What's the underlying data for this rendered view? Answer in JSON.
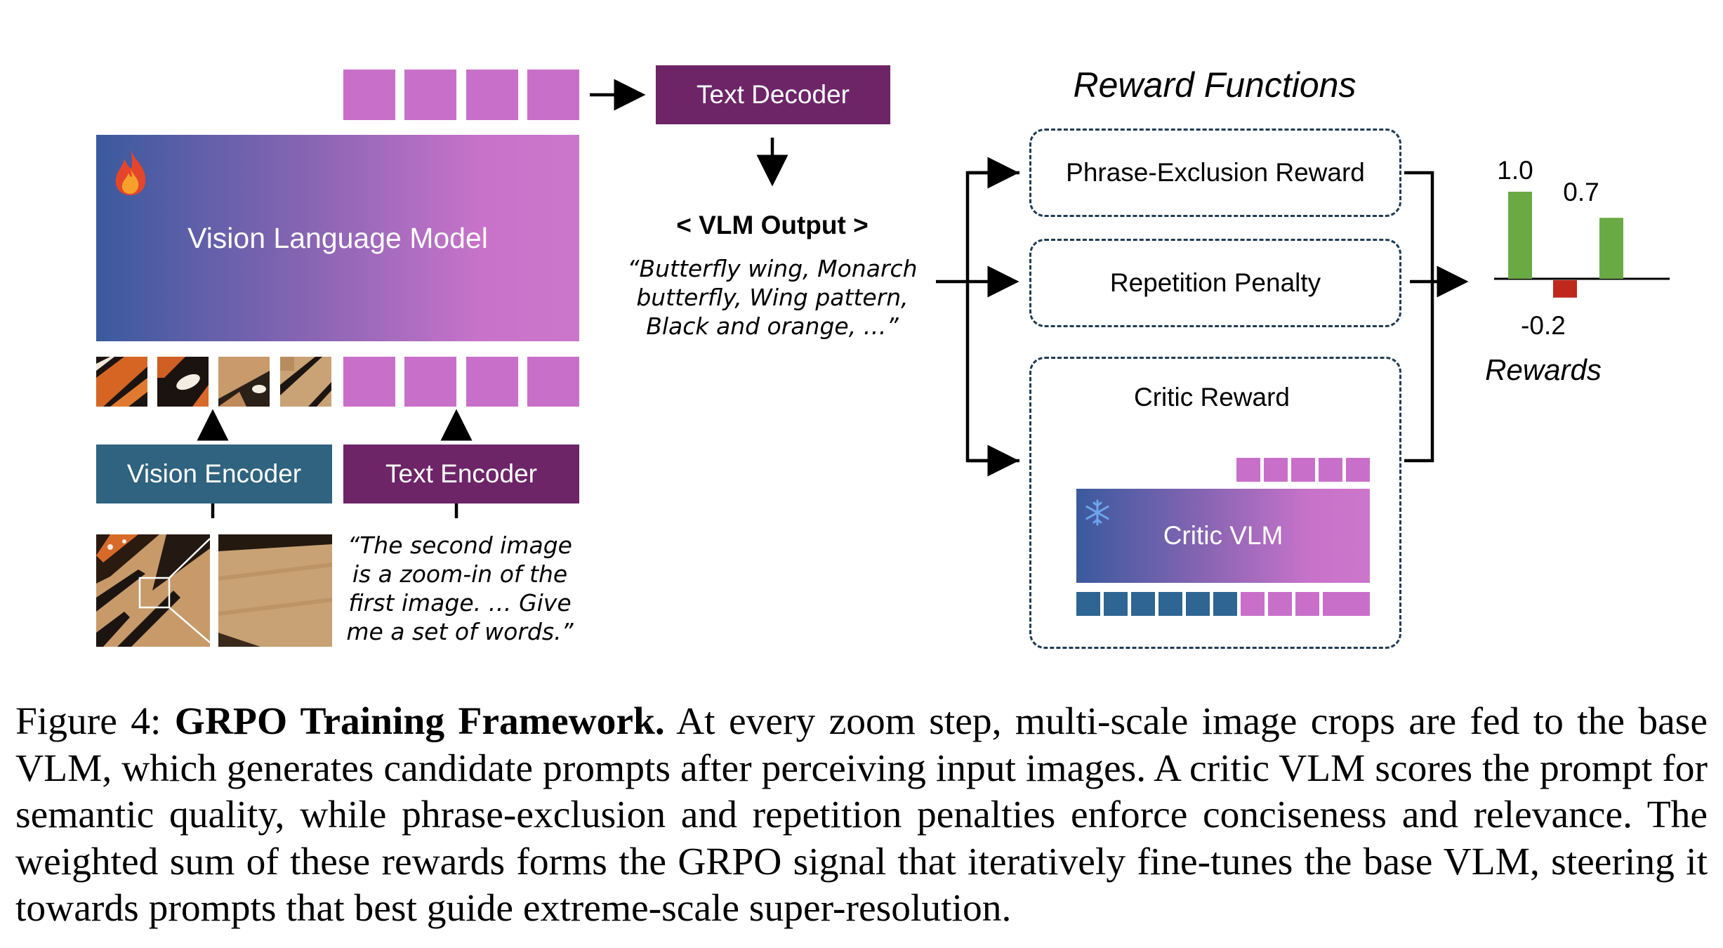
{
  "diagram": {
    "vlm": {
      "label": "Vision Language Model",
      "icon": "fire-icon"
    },
    "text_decoder": {
      "label": "Text Decoder"
    },
    "vision_encoder": {
      "label": "Vision Encoder"
    },
    "text_encoder": {
      "label": "Text Encoder"
    },
    "vlm_output": {
      "title": "< VLM Output >",
      "lines": [
        "“Butterfly wing, Monarch",
        "butterfly, Wing pattern,",
        "Black and orange, …”"
      ]
    },
    "input_prompt": {
      "lines": [
        "“The second image",
        "is a zoom-in of the",
        "first image. … Give",
        "me a set of words.”"
      ]
    },
    "reward_functions": {
      "title": "Reward Functions",
      "items": [
        "Phrase-Exclusion Reward",
        "Repetition Penalty",
        "Critic Reward"
      ]
    },
    "critic_vlm": {
      "label": "Critic VLM",
      "icon": "snowflake-icon"
    },
    "rewards": {
      "title": "Rewards",
      "bars": [
        {
          "label": "1.0",
          "value": 1.0,
          "color": "#6aaa45"
        },
        {
          "label": "-0.2",
          "value": -0.2,
          "color": "#c0281c"
        },
        {
          "label": "0.7",
          "value": 0.7,
          "color": "#6aaa45"
        }
      ]
    },
    "colors": {
      "token_purple": "#c86fc9",
      "token_blue": "#2e6592",
      "decoder_purple": "#6d2568",
      "encoder_blue": "#2f637f"
    }
  },
  "caption": {
    "prefix": "Figure 4: ",
    "bold": "GRPO Training Framework.",
    "text": " At every zoom step, multi-scale image crops are fed to the base VLM, which generates candidate prompts after perceiving input images. A critic VLM scores the prompt for semantic quality, while phrase-exclusion and repetition penalties enforce conciseness and relevance. The weighted sum of these rewards forms the GRPO signal that iteratively fine-tunes the base VLM, steering it towards prompts that best guide extreme-scale super-resolution."
  }
}
